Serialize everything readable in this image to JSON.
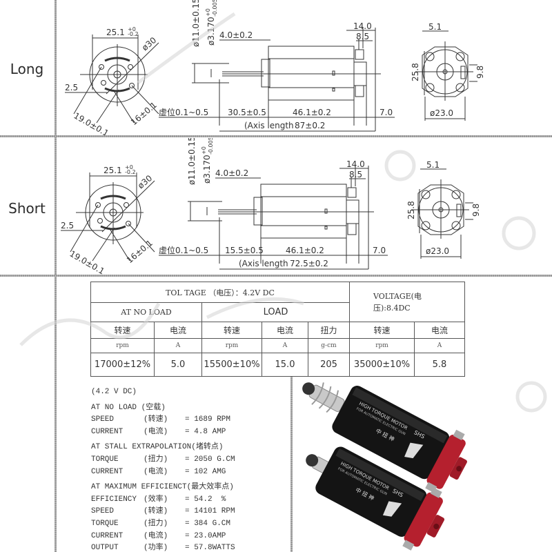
{
  "rows": {
    "long": {
      "label": "Long",
      "front": {
        "width": "25.1",
        "tol_top": "+0",
        "tol_bot": "-0.2",
        "diameter": "ø30",
        "offset": "2.5",
        "hole_a": "19.0±0.1",
        "hole_b": "16±0.1"
      },
      "side": {
        "dia_a": "ø11.0±0.15",
        "dia_b": "ø3.170",
        "dia_b_tol_top": "+0",
        "dia_b_tol_bot": "-0.005",
        "shaft_ext": "4.0±0.2",
        "pos_label": "虚位0.1~0.5",
        "shaft_len": "30.5±0.5",
        "body_len": "46.1±0.2",
        "rear_len": "7.0",
        "top_a": "14.0",
        "top_b": "8.5",
        "axis_label": "(Axis length",
        "axis_value": "87±0.2"
      },
      "rear": {
        "top": "5.1",
        "height": "25.8",
        "right": "9.8",
        "diameter": "ø23.0"
      }
    },
    "short": {
      "label": "Short",
      "front": {
        "width": "25.1",
        "tol_top": "+0",
        "tol_bot": "-0.2",
        "diameter": "ø30",
        "offset": "2.5",
        "hole_a": "19.0±0.1",
        "hole_b": "16±0.1"
      },
      "side": {
        "dia_a": "ø11.0±0.15",
        "dia_b": "ø3.170",
        "dia_b_tol_top": "+0",
        "dia_b_tol_bot": "-0.005",
        "shaft_ext": "4.0±0.2",
        "pos_label": "虚位0.1~0.5",
        "shaft_len": "15.5±0.5",
        "body_len": "46.1±0.2",
        "rear_len": "7.0",
        "top_a": "14.0",
        "top_b": "8.5",
        "axis_label": "(Axis length",
        "axis_value": "72.5±0.2"
      },
      "rear": {
        "top": "5.1",
        "height": "25.8",
        "right": "9.8",
        "diameter": "ø23.0"
      }
    }
  },
  "spec_table": {
    "voltage_header": "TOL TAGE  （电压）：4.2V  DC",
    "voltage2_header_l1": "VOLTAGE(电",
    "voltage2_header_l2": "压):8.4DC",
    "no_load": "AT NO LOAD",
    "load": "LOAD",
    "headers": [
      "转速",
      "电流",
      "转速",
      "电流",
      "扭力",
      "转速",
      "电流"
    ],
    "units": [
      "rpm",
      "A",
      "rpm",
      "A",
      "g-cm",
      "rpm",
      "A"
    ],
    "values": [
      "17000±12%",
      "5.0",
      "15500±10%",
      "15.0",
      "205",
      "35000±10%",
      "5.8"
    ]
  },
  "performance": {
    "voltage": "(4.2 V DC)",
    "no_load": {
      "title": "AT NO LOAD (空载)",
      "lines": [
        {
          "k": "SPEED",
          "c": "(转速)",
          "v": "= 1689 RPM"
        },
        {
          "k": "CURRENT",
          "c": "(电流)",
          "v": "= 4.8 AMP"
        }
      ]
    },
    "stall": {
      "title": "AT STALL EXTRAPOLATION(堵转点)",
      "lines": [
        {
          "k": "TORQUE",
          "c": "(扭力)",
          "v": "= 2050 G.CM"
        },
        {
          "k": "CURRENT",
          "c": "(电流)",
          "v": "= 102 AMG"
        }
      ]
    },
    "max_eff": {
      "title": "AT MAXIMUM EFFICIENCT(最大效率点)",
      "lines": [
        {
          "k": "EFFICIENCY",
          "c": "(效率)",
          "v": "= 54.2  %"
        },
        {
          "k": "SPEED",
          "c": "(转速)",
          "v": "= 14101 RPM"
        },
        {
          "k": "TORQUE",
          "c": "(扭力)",
          "v": "= 384 G.CM"
        },
        {
          "k": "CURRENT",
          "c": "(电流)",
          "v": "= 23.0AMP"
        },
        {
          "k": "OUTPUT",
          "c": "(功率)",
          "v": "= 57.8WATTS"
        }
      ]
    }
  },
  "photo": {
    "brand": "SHS",
    "label_line1": "HIGH TORQUE MOTOR",
    "label_line2": "FOR AUTOMATIC ELECTRIC GUN",
    "label_cn": "中 扭 神",
    "colors": {
      "body": "#141414",
      "endcap": "#b5202e",
      "shaft": "#c9c9c9"
    }
  }
}
